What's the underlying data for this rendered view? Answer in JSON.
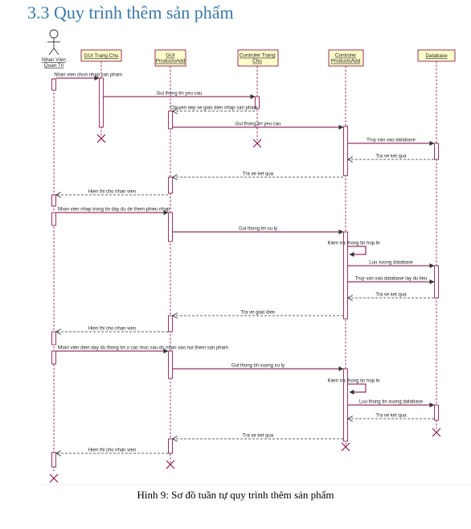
{
  "heading": "3.3 Quy trình thêm sản phẩm",
  "caption": "Hình 9: Sơ đồ tuần tự quy trình thêm sản phẩm",
  "colors": {
    "lifeline": "#800040",
    "box_fill": "#ffffcc",
    "line": "#333333"
  },
  "participants": [
    {
      "id": "actor",
      "kind": "actor",
      "lines": [
        "Nhan Vien",
        "Quan Tri"
      ]
    },
    {
      "id": "gui_home",
      "kind": "box",
      "lines": [
        "GUI Trang Chu"
      ]
    },
    {
      "id": "gui_add",
      "kind": "box",
      "lines": [
        "GUI",
        "ProductsAdd"
      ]
    },
    {
      "id": "ctrl_home",
      "kind": "box",
      "lines": [
        "Controler Trang",
        "Chu"
      ]
    },
    {
      "id": "ctrl_add",
      "kind": "box",
      "lines": [
        "Controler",
        "ProductsAdd"
      ]
    },
    {
      "id": "db",
      "kind": "box",
      "lines": [
        "Database"
      ]
    }
  ],
  "messages": [
    {
      "text": "Nhan vien chon nhap san pham"
    },
    {
      "text": "Gui thong tin yeu cau"
    },
    {
      "text": "Chuyen tiep ve giao dien nhap san pham"
    },
    {
      "text": "Gui thong tin yeu cau"
    },
    {
      "text": "Truy van vao database"
    },
    {
      "text": "Tra ve ket qua"
    },
    {
      "text": "Tra ve ket qua"
    },
    {
      "text": "Hien thi cho nhan vien"
    },
    {
      "text": "Nhan vien nhap trong tin day du de them phieu nhap"
    },
    {
      "text": "Gui thong tin xu ly"
    },
    {
      "text": "Kiem tra thong tin hop le"
    },
    {
      "text": "Luu xuong database"
    },
    {
      "text": "Truy van vao database lay du lieu"
    },
    {
      "text": "Tra ve ket qua"
    },
    {
      "text": "Tra ve giao dien"
    },
    {
      "text": "Hien thi cho nhan vien"
    },
    {
      "text": "Nhan vien dien day du thong tin o cac muc sau do nhan vao nut them san pham"
    },
    {
      "text": "Gui thong tin xuong xu ly"
    },
    {
      "text": "Kiem tra thong tin hop le"
    },
    {
      "text": "Luu thong tin xuong database"
    },
    {
      "text": "Tra ve ket qua"
    },
    {
      "text": "Tra ve ket qua"
    },
    {
      "text": "Hien thi cho nhan vien"
    }
  ]
}
